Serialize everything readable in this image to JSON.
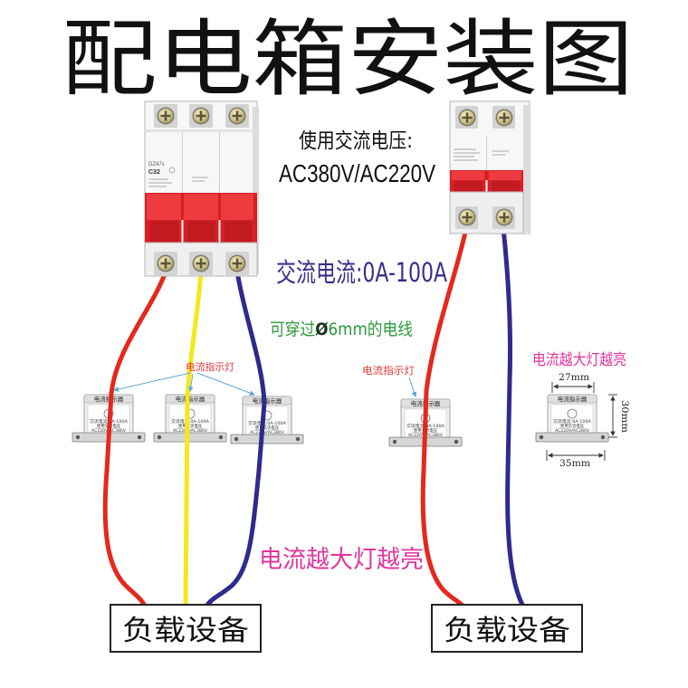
{
  "title": "配电箱安装图",
  "voltage_label": "使用交流电压:",
  "voltage_value": "AC380V/AC220V",
  "current_range": "交流电流:0A-100A",
  "wire_note": {
    "prefix": "可穿过",
    "symbol": "Ø",
    "suffix": "6mm的电线"
  },
  "breaker_left": {
    "model": "DZ47s",
    "rating": "C32"
  },
  "indicator_label": {
    "name": "电流指示器",
    "range": "交流电流:0A-100A",
    "usage": "使用交流电压",
    "voltage": "AC220V/AC380V"
  },
  "callout_left": "电流指示灯",
  "callout_right": "电流指示灯",
  "brightness_note_small": "电流越大灯越亮",
  "brightness_note_large": "电流越大灯越亮",
  "dimensions": {
    "top_width": "27mm",
    "height": "30mm",
    "base_width": "35mm"
  },
  "load_left": "负载设备",
  "load_right": "负载设备",
  "colors": {
    "wire_red": "#e5281f",
    "wire_yellow": "#f4e81c",
    "wire_navy": "#2f2a8d",
    "current_text": "#3b2d8e",
    "wire_note": "#2c9a3c",
    "brightness_note": "#e0359c",
    "callout": "#e03434"
  }
}
